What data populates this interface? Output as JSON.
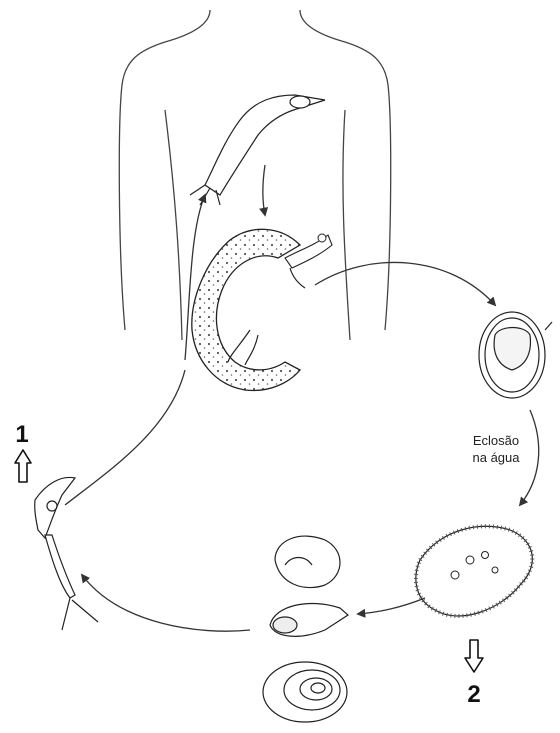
{
  "diagram": {
    "hatching_label_line1": "Eclosão",
    "hatching_label_line2": "na água",
    "marker_1": "1",
    "marker_2": "2"
  }
}
